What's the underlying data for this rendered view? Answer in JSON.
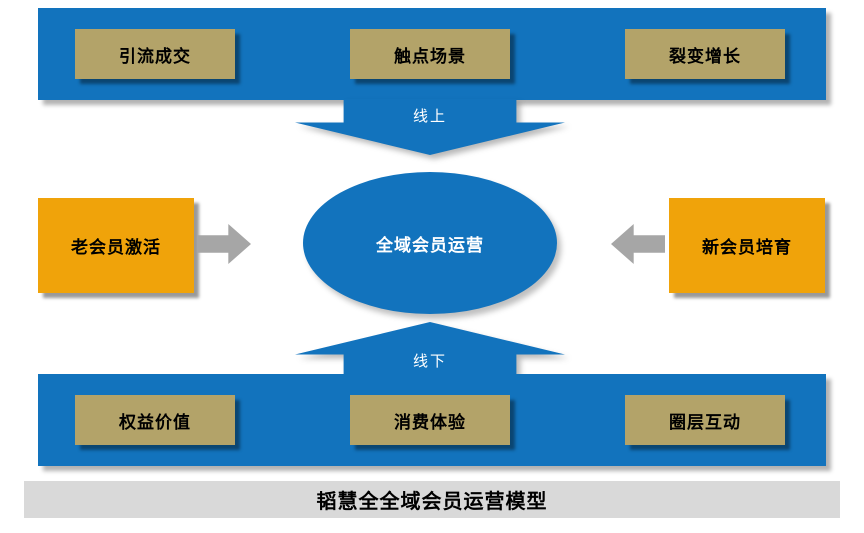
{
  "colors": {
    "blue": "#1273BD",
    "khaki": "#B3A369",
    "gold": "#F0A30A",
    "arrow-gray": "#A6A6A6",
    "footer-bg": "#D9D9D9",
    "text-dark": "#000000",
    "text-light": "#FFFFFF"
  },
  "top_bar": {
    "items": [
      "引流成交",
      "触点场景",
      "裂变增长"
    ]
  },
  "online_arrow": {
    "label": "线上"
  },
  "center_ellipse": {
    "label": "全域会员运营"
  },
  "left_box": {
    "label": "老会员激活"
  },
  "right_box": {
    "label": "新会员培育"
  },
  "offline_arrow": {
    "label": "线下"
  },
  "bottom_bar": {
    "items": [
      "权益价值",
      "消费体验",
      "圈层互动"
    ]
  },
  "footer": {
    "title": "韬慧全全域会员运营模型"
  }
}
